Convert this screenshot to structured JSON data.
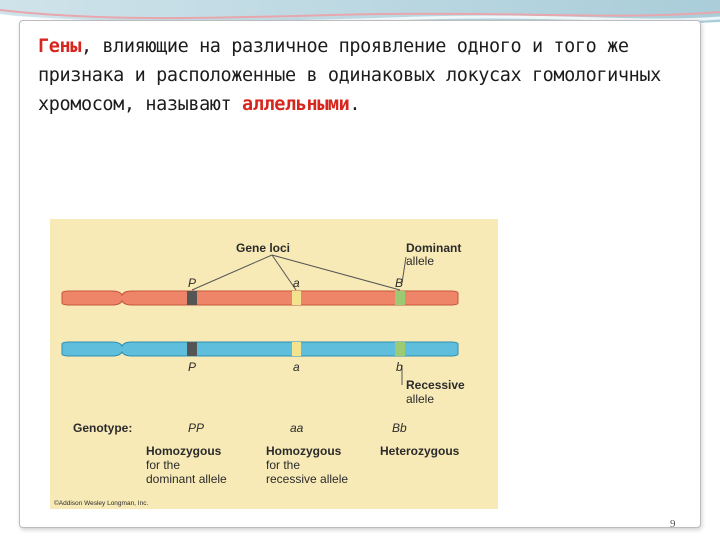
{
  "slide": {
    "text_part1": "Гены",
    "text_part2": ", влияющие на различное проявление одного и того же признака и расположенные в одинаковых локусах гомологичных хромосом, называют ",
    "text_part3": "аллельными",
    "text_part4": ".",
    "page_number": "9",
    "highlight_color": "#d7261e"
  },
  "figure": {
    "gene_loci_label": "Gene loci",
    "dominant_allele_label_line1": "Dominant",
    "dominant_allele_label_line2": "allele",
    "recessive_allele_label_line1": "Recessive",
    "recessive_allele_label_line2": "allele",
    "top_chromosome_alleles": [
      "P",
      "a",
      "B"
    ],
    "bottom_chromosome_alleles": [
      "P",
      "a",
      "b"
    ],
    "genotype_label": "Genotype:",
    "genotypes": [
      {
        "genotype": "PP",
        "description_line1": "Homozygous",
        "description_line2": "for the",
        "description_line3": "dominant allele"
      },
      {
        "genotype": "aa",
        "description_line1": "Homozygous",
        "description_line2": "for the",
        "description_line3": "recessive allele"
      },
      {
        "genotype": "Bb",
        "description_line1": "Heterozygous",
        "description_line2": "",
        "description_line3": ""
      }
    ],
    "copyright": "©Addison Wesley Longman, Inc.",
    "colors": {
      "background": "#f7eab7",
      "chromosome_top": "#ee8568",
      "chromosome_bottom": "#5ebedc",
      "locus_P": "#555555",
      "locus_a": "#f3e28e",
      "locus_B": "#9cca72"
    }
  }
}
